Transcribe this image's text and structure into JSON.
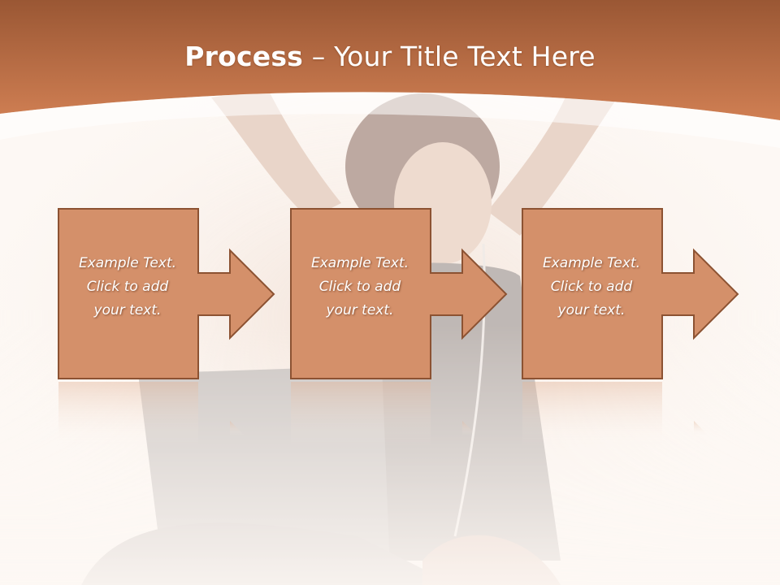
{
  "slide": {
    "title_bold": "Process",
    "title_rest": " – Your Title Text Here"
  },
  "colors": {
    "header": "#c97a4e",
    "box_fill": "#d4906a",
    "box_stroke": "#8c5232",
    "background": "#fdf8f4"
  },
  "steps": [
    {
      "line1": "Example Text.",
      "line2": "Click  to add",
      "line3": "your text."
    },
    {
      "line1": "Example Text.",
      "line2": "Click  to add",
      "line3": "your text."
    },
    {
      "line1": "Example Text.",
      "line2": "Click  to add",
      "line3": "your text."
    }
  ]
}
